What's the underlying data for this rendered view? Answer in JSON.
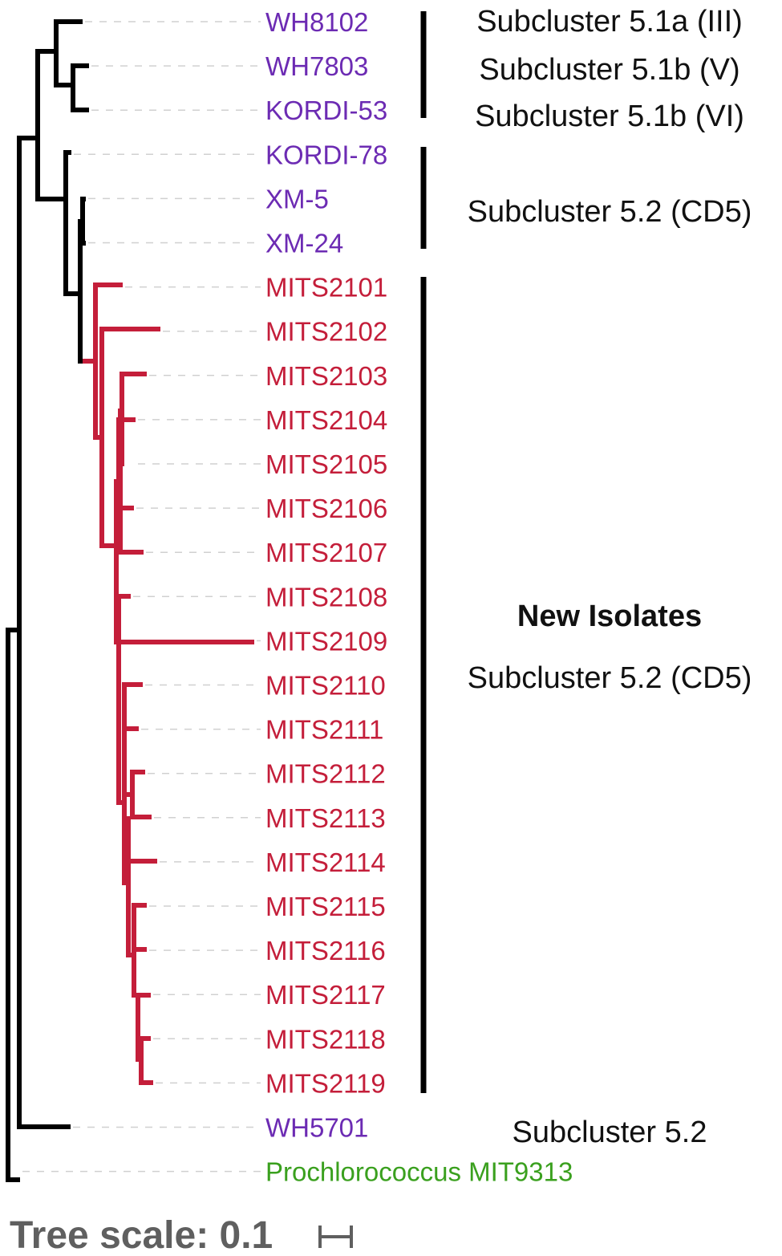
{
  "colors": {
    "reference": "#6c2bb3",
    "new_isolate": "#c41e3a",
    "outgroup": "#3aa01e",
    "reference_branch": "#000000",
    "new_isolate_branch": "#c41e3a",
    "guide": "#d0d0d0",
    "scale_text": "#5f5f5f"
  },
  "tree": {
    "leaves": [
      {
        "label": "WH8102",
        "group": "reference"
      },
      {
        "label": "WH7803",
        "group": "reference"
      },
      {
        "label": "KORDI-53",
        "group": "reference"
      },
      {
        "label": "KORDI-78",
        "group": "reference"
      },
      {
        "label": "XM-5",
        "group": "reference"
      },
      {
        "label": "XM-24",
        "group": "reference"
      },
      {
        "label": "MITS2101",
        "group": "new_isolate"
      },
      {
        "label": "MITS2102",
        "group": "new_isolate"
      },
      {
        "label": "MITS2103",
        "group": "new_isolate"
      },
      {
        "label": "MITS2104",
        "group": "new_isolate"
      },
      {
        "label": "MITS2105",
        "group": "new_isolate"
      },
      {
        "label": "MITS2106",
        "group": "new_isolate"
      },
      {
        "label": "MITS2107",
        "group": "new_isolate"
      },
      {
        "label": "MITS2108",
        "group": "new_isolate"
      },
      {
        "label": "MITS2109",
        "group": "new_isolate"
      },
      {
        "label": "MITS2110",
        "group": "new_isolate"
      },
      {
        "label": "MITS2111",
        "group": "new_isolate"
      },
      {
        "label": "MITS2112",
        "group": "new_isolate"
      },
      {
        "label": "MITS2113",
        "group": "new_isolate"
      },
      {
        "label": "MITS2114",
        "group": "new_isolate"
      },
      {
        "label": "MITS2115",
        "group": "new_isolate"
      },
      {
        "label": "MITS2116",
        "group": "new_isolate"
      },
      {
        "label": "MITS2117",
        "group": "new_isolate"
      },
      {
        "label": "MITS2118",
        "group": "new_isolate"
      },
      {
        "label": "MITS2119",
        "group": "new_isolate"
      },
      {
        "label": "WH5701",
        "group": "reference"
      },
      {
        "label": "Prochlorococcus MIT9313",
        "group": "outgroup"
      }
    ]
  },
  "clade_labels": {
    "sub_5_1a": "Subcluster 5.1a (III)",
    "sub_5_1b_v": "Subcluster 5.1b (V)",
    "sub_5_1b_vi": "Subcluster 5.1b (VI)",
    "sub_5_2_cd5_ref": "Subcluster 5.2 (CD5)",
    "new_isolates_title": "New Isolates",
    "sub_5_2_cd5_new": "Subcluster 5.2 (CD5)",
    "sub_5_2": "Subcluster 5.2"
  },
  "scale": {
    "label": "Tree scale: 0.1"
  }
}
